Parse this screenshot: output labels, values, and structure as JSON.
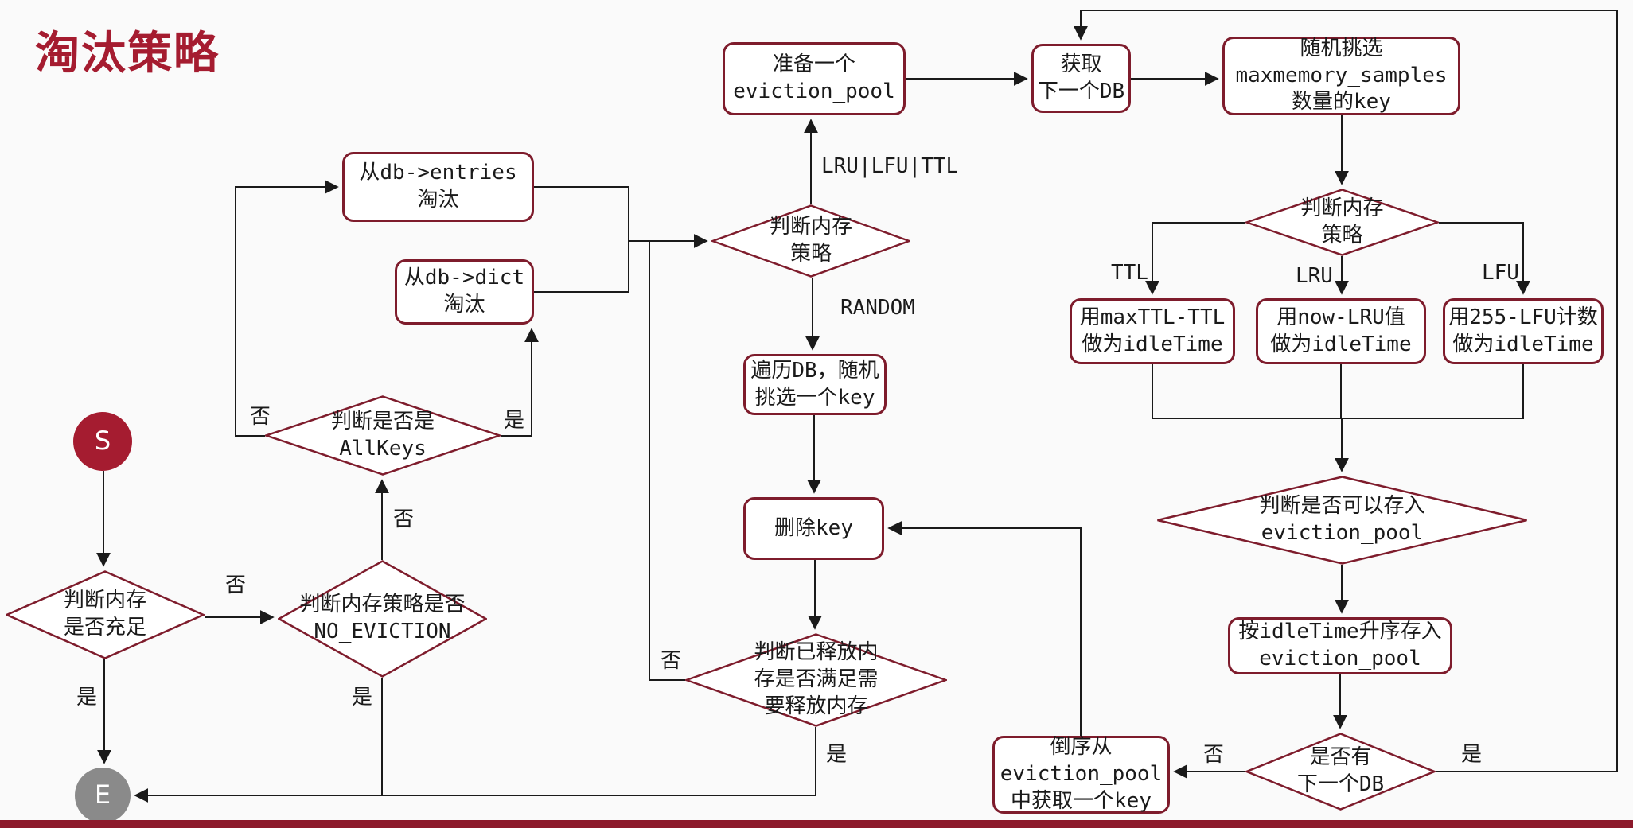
{
  "title": "淘汰策略",
  "nodes": {
    "prepare_pool": "准备一个\neviction_pool",
    "get_next_db": "获取\n下一个DB",
    "random_pick": "随机挑选\nmaxmemory_samples\n数量的key",
    "judge_policy_right": "判断内存\n策略",
    "ttl_idle": "用maxTTL-TTL\n做为idleTime",
    "lru_idle": "用now-LRU值\n做为idleTime",
    "lfu_idle": "用255-LFU计数\n做为idleTime",
    "can_store_pool": "判断是否可以存入\neviction_pool",
    "store_pool": "按idleTime升序存入\neviction_pool",
    "has_next_db": "是否有\n下一个DB",
    "reverse_get": "倒序从\neviction_pool\n中获取一个key",
    "delete_key": "删除key",
    "judge_freed": "判断已释放内\n存是否满足需\n要释放内存",
    "traverse_db": "遍历DB，随机\n挑选一个key",
    "judge_policy_left": "判断内存\n策略",
    "evict_entries": "从db->entries\n淘汰",
    "evict_dict": "从db->dict\n淘汰",
    "judge_allkeys": "判断是否是\nAllKeys",
    "judge_noeviction": "判断内存策略是否\nNO_EVICTION",
    "judge_memory": "判断内存\n是否充足",
    "start": "S",
    "end": "E"
  },
  "edge_labels": {
    "lru_lfu_ttl": "LRU|LFU|TTL",
    "random": "RANDOM",
    "ttl": "TTL",
    "lru": "LRU",
    "lfu": "LFU",
    "memory_no": "否",
    "memory_yes": "是",
    "noeviction_no": "否",
    "noeviction_yes": "是",
    "allkeys_no": "否",
    "allkeys_yes": "是",
    "freed_no": "否",
    "freed_yes": "是",
    "nextdb_no": "否",
    "nextdb_yes": "是"
  },
  "colors": {
    "accent": "#a51c30",
    "node_border": "#7e1c2c",
    "line": "#1a1a1a",
    "start_fill": "#a51c30",
    "end_fill": "#8a8a8a",
    "bottom_bar": "#8c1a2b"
  }
}
